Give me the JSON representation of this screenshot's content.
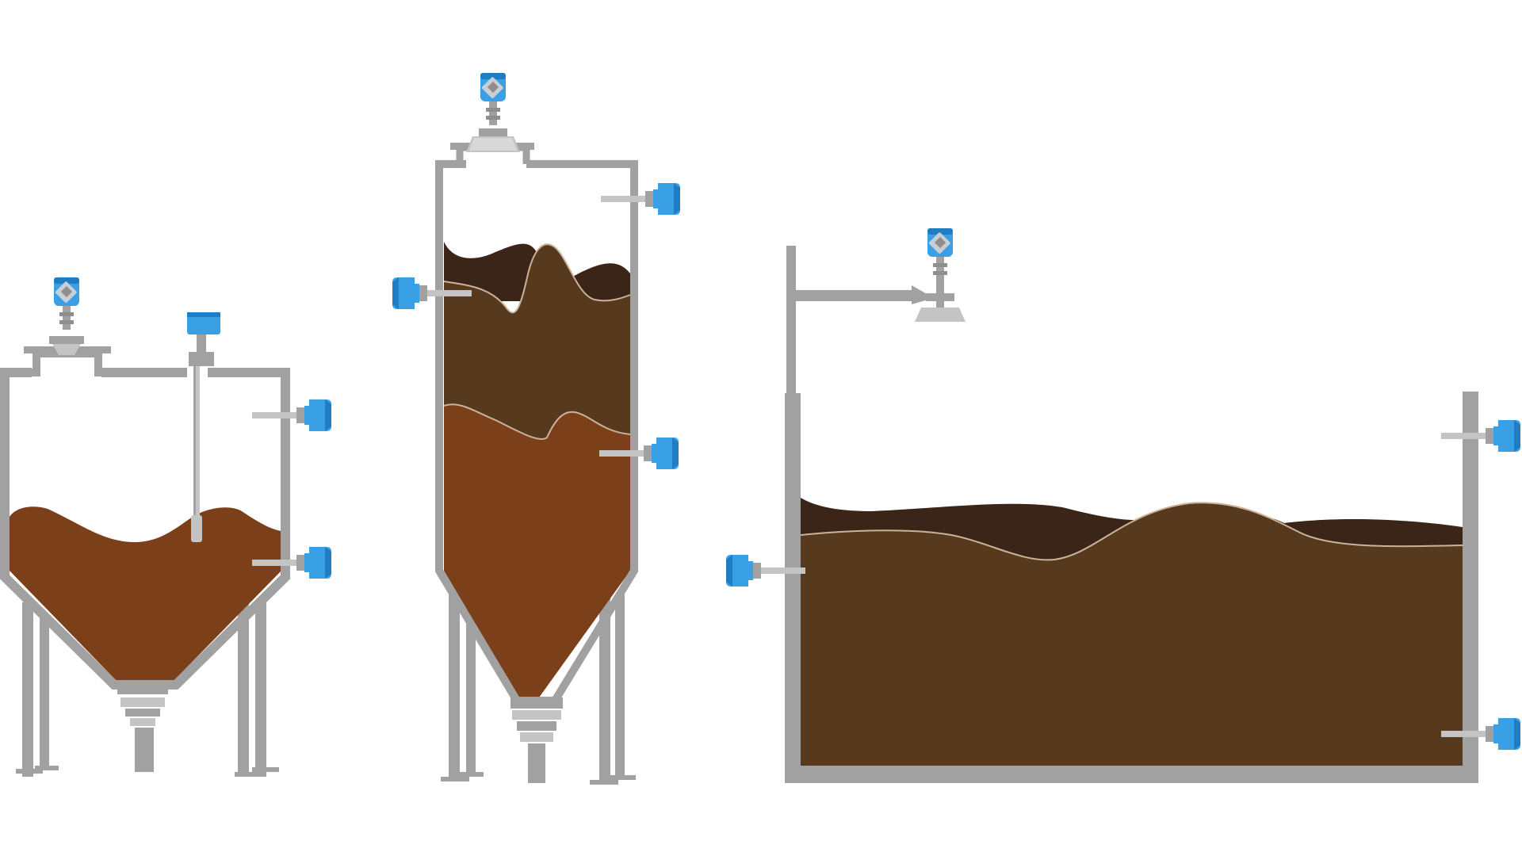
{
  "colors": {
    "background": "#ffffff",
    "steel": "#a1a1a1",
    "steel_dark": "#8e8e8e",
    "steel_light": "#c4c4c4",
    "material_orange_brown": "#7b3f1a",
    "material_medium_brown": "#573a1d",
    "material_dark_brown": "#3b2519",
    "sensor_blue": "#3aa0e6",
    "sensor_blue_dark": "#1f7dc4",
    "sensor_grey": "#c9ced4",
    "interface_line": "#c9b39a"
  },
  "vessels": [
    {
      "name": "conical-hopper-left",
      "material_layers": [
        "orange-brown"
      ],
      "top_sensors": [
        "radar-horn-icon",
        "guided-wave-probe-icon"
      ],
      "side_sensors": [
        "level-switch-upper-icon",
        "level-switch-lower-icon"
      ]
    },
    {
      "name": "tall-silo-center",
      "material_layers": [
        "orange-brown",
        "medium-brown",
        "dark-brown"
      ],
      "top_sensors": [
        "radar-horn-icon"
      ],
      "side_sensors": [
        "level-switch-top-right-icon",
        "level-switch-upper-left-icon",
        "level-switch-middle-right-icon"
      ]
    },
    {
      "name": "open-bin-right",
      "material_layers": [
        "medium-brown",
        "dark-brown"
      ],
      "top_sensors": [
        "radar-horn-on-bracket-icon"
      ],
      "side_sensors": [
        "level-switch-left-icon",
        "level-switch-right-upper-icon",
        "level-switch-right-lower-icon"
      ]
    }
  ]
}
